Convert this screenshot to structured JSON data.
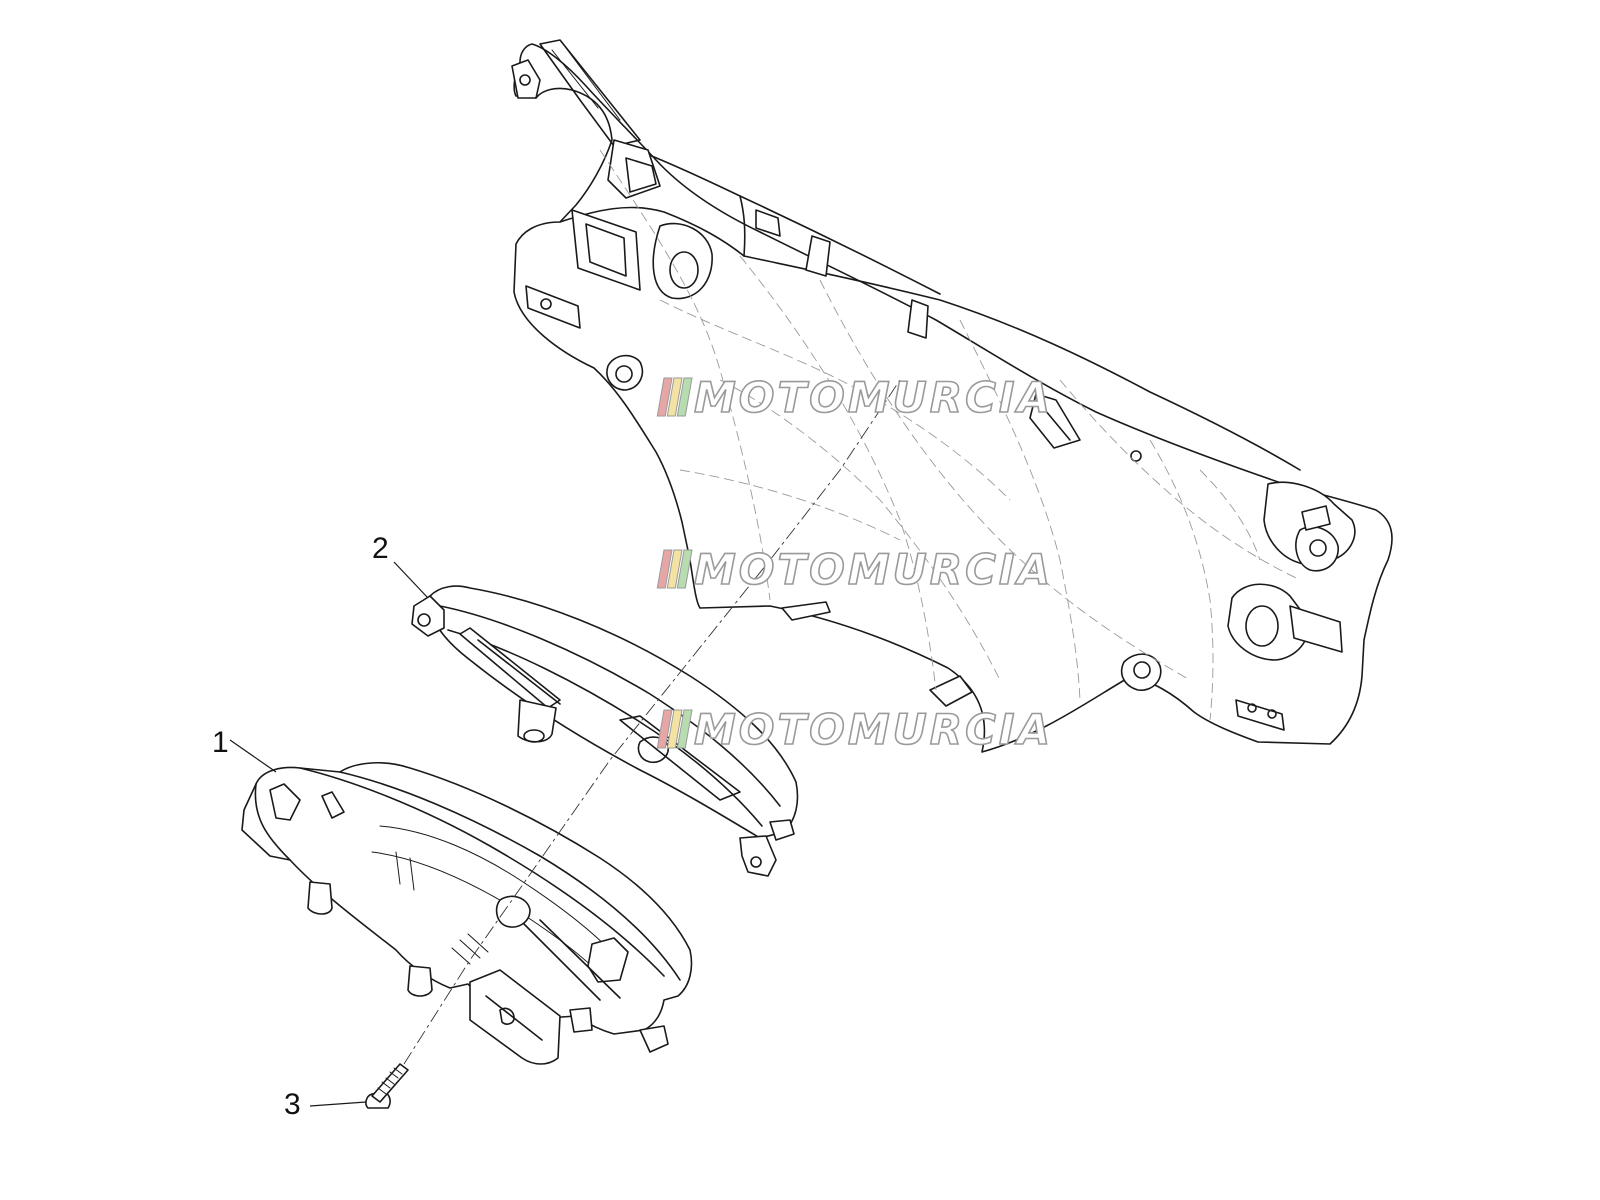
{
  "callouts": [
    {
      "id": "1",
      "label": "1"
    },
    {
      "id": "2",
      "label": "2"
    },
    {
      "id": "3",
      "label": "3"
    }
  ],
  "watermark": {
    "text": "MOTOMURCIA",
    "stripe_colors": [
      "#e7a6a6",
      "#f2e3a4",
      "#b7dcb0"
    ],
    "outline_color": "#9a9a9a"
  }
}
